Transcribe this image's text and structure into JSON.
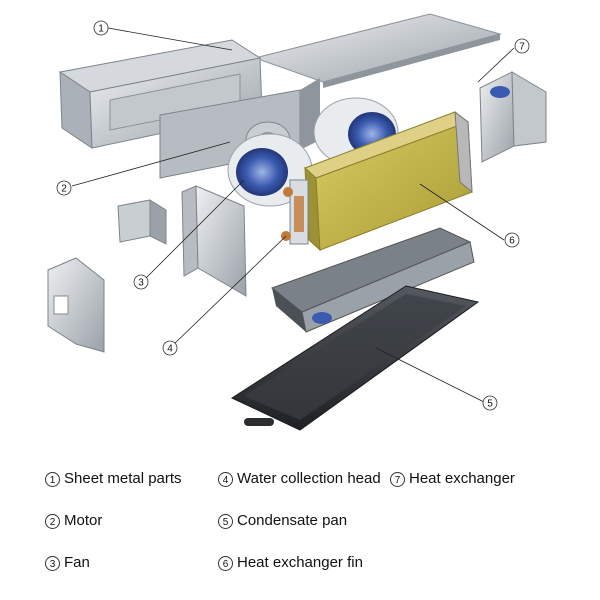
{
  "legend": [
    {
      "num": "1",
      "label": "Sheet metal parts"
    },
    {
      "num": "2",
      "label": "Motor"
    },
    {
      "num": "3",
      "label": "Fan"
    },
    {
      "num": "4",
      "label": "Water collection head"
    },
    {
      "num": "5",
      "label": "Condensate pan"
    },
    {
      "num": "6",
      "label": "Heat exchanger fin"
    },
    {
      "num": "7",
      "label": "Heat exchanger"
    }
  ],
  "callouts": [
    "1",
    "2",
    "3",
    "4",
    "5",
    "6",
    "7"
  ],
  "colors": {
    "metal_light": "#d9dde1",
    "metal_mid": "#a9b0b7",
    "metal_dark": "#6e757c",
    "fin_yellow": "#c8b94a",
    "fan_blue": "#3b5bb0",
    "copper": "#c27a3a",
    "pan_dark": "#2b2d30"
  }
}
